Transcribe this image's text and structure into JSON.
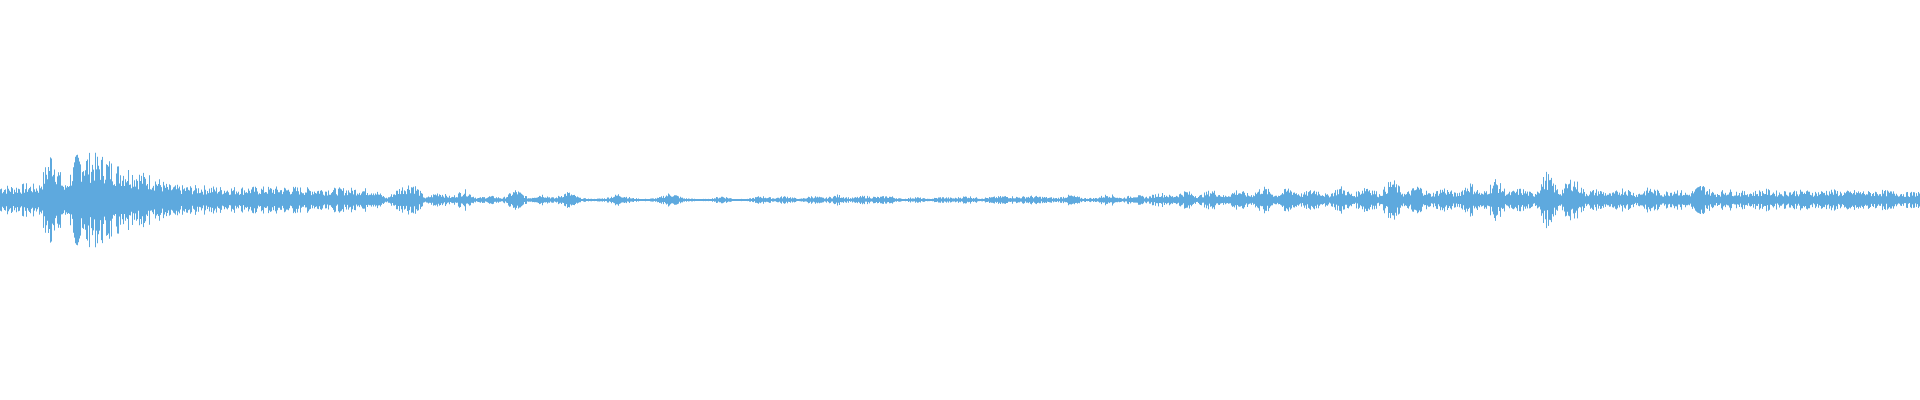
{
  "waveform": {
    "color": "#5ea9de",
    "background": "#ffffff",
    "amplitude_envelope": [
      0.14,
      0.13,
      0.15,
      0.14,
      0.48,
      0.13,
      0.44,
      0.42,
      0.4,
      0.33,
      0.3,
      0.25,
      0.22,
      0.14,
      0.13,
      0.13,
      0.13,
      0.12,
      0.12,
      0.12,
      0.12,
      0.12,
      0.12,
      0.12,
      0.11,
      0.11,
      0.11,
      0.11,
      0.11,
      0.1,
      0.02,
      0.12,
      0.17,
      0.02,
      0.08,
      0.03,
      0.1,
      0.02,
      0.04,
      0.02,
      0.1,
      0.02,
      0.06,
      0.02,
      0.08,
      0.02,
      0.01,
      0.02,
      0.06,
      0.02,
      0.01,
      0.02,
      0.07,
      0.02,
      0.01,
      0.01,
      0.04,
      0.01,
      0.01,
      0.04,
      0.02,
      0.04,
      0.01,
      0.04,
      0.02,
      0.05,
      0.02,
      0.04,
      0.03,
      0.04,
      0.01,
      0.03,
      0.01,
      0.03,
      0.02,
      0.04,
      0.02,
      0.03,
      0.04,
      0.03,
      0.04,
      0.03,
      0.02,
      0.05,
      0.02,
      0.02,
      0.06,
      0.02,
      0.05,
      0.03,
      0.07,
      0.04,
      0.09,
      0.04,
      0.1,
      0.04,
      0.1,
      0.05,
      0.13,
      0.05,
      0.12,
      0.06,
      0.11,
      0.05,
      0.13,
      0.05,
      0.15,
      0.06,
      0.2,
      0.06,
      0.14,
      0.06,
      0.12,
      0.06,
      0.17,
      0.06,
      0.2,
      0.07,
      0.11,
      0.06,
      0.26,
      0.08,
      0.22,
      0.08,
      0.1,
      0.06,
      0.12,
      0.06,
      0.12,
      0.07,
      0.11,
      0.06,
      0.15,
      0.07,
      0.1,
      0.08,
      0.08,
      0.1,
      0.08,
      0.09,
      0.09,
      0.08,
      0.1,
      0.08,
      0.09,
      0.08,
      0.09,
      0.08,
      0.07,
      0.08
    ]
  }
}
